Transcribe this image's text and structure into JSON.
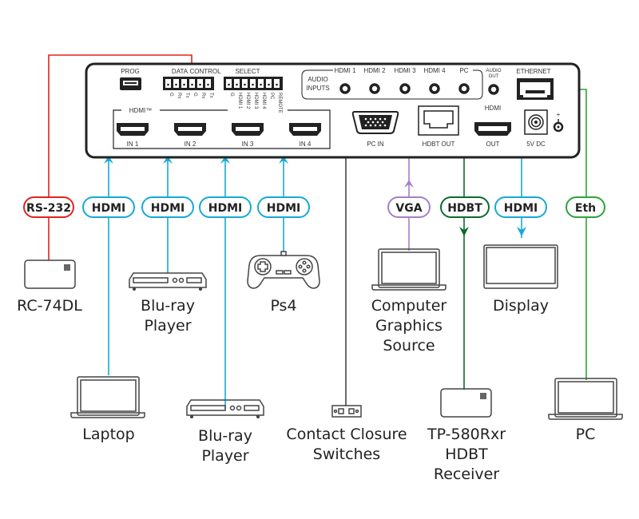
{
  "colors": {
    "rs232": "#e2231a",
    "hdmi": "#14a9d8",
    "vga": "#a57fc6",
    "hdbt": "#0a6b2e",
    "eth": "#2aa538",
    "contact": "#444444",
    "outline": "#222222",
    "device_stroke": "#444444"
  },
  "panel": {
    "prog": "PROG",
    "data": "DATA",
    "control": "CONTROL",
    "select": "SELECT",
    "data_pins": [
      "G",
      "Rx",
      "Tx",
      "G",
      "Rx",
      "Tx"
    ],
    "select_pins": [
      "G",
      "HDMI 1",
      "HDMI 2",
      "HDMI 3",
      "HDMI 4",
      "PC",
      "REMOTE"
    ],
    "hdmi_group": "HDMI™",
    "hdmi_inputs": [
      "IN 1",
      "IN 2",
      "IN 3",
      "IN 4"
    ],
    "audio_inputs_label": "AUDIO INPUTS",
    "audio_inputs_line1": "AUDIO",
    "audio_inputs_line2": "INPUTS",
    "audio_channels": [
      "HDMI 1",
      "HDMI 2",
      "HDMI 3",
      "HDMI 4",
      "PC"
    ],
    "audio_out_line1": "AUDIO",
    "audio_out_line2": "OUT",
    "ethernet": "ETHERNET",
    "pc_in": "PC IN",
    "hdbt_out": "HDBT OUT",
    "hdmi_out_top": "HDMI",
    "hdmi_out": "OUT",
    "power": "5V DC",
    "plus": "+"
  },
  "connections": [
    {
      "id": "rs232",
      "label": "RS-232",
      "color_key": "rs232"
    },
    {
      "id": "hdmi-in1",
      "label": "HDMI",
      "color_key": "hdmi"
    },
    {
      "id": "hdmi-in2",
      "label": "HDMI",
      "color_key": "hdmi"
    },
    {
      "id": "hdmi-in3",
      "label": "HDMI",
      "color_key": "hdmi"
    },
    {
      "id": "hdmi-in4",
      "label": "HDMI",
      "color_key": "hdmi"
    },
    {
      "id": "vga",
      "label": "VGA",
      "color_key": "vga"
    },
    {
      "id": "hdbt",
      "label": "HDBT",
      "color_key": "hdbt"
    },
    {
      "id": "hdmi-out",
      "label": "HDMI",
      "color_key": "hdmi"
    },
    {
      "id": "eth",
      "label": "Eth",
      "color_key": "eth"
    }
  ],
  "devices": {
    "rc74dl": [
      "RC-74DL"
    ],
    "bluray1": [
      "Blu-ray",
      "Player"
    ],
    "ps4": [
      "Ps4"
    ],
    "computer": [
      "Computer",
      "Graphics",
      "Source"
    ],
    "display": [
      "Display"
    ],
    "laptop": [
      "Laptop"
    ],
    "bluray2": [
      "Blu-ray",
      "Player"
    ],
    "contact": [
      "Contact Closure",
      "Switches"
    ],
    "receiver": [
      "TP-580Rxr",
      "HDBT",
      "Receiver"
    ],
    "pc": [
      "PC"
    ]
  }
}
